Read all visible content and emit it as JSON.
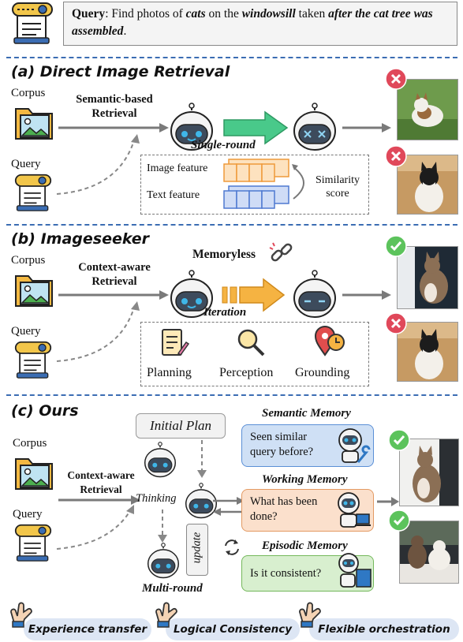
{
  "query": {
    "label": "Query",
    "text_parts": [
      ": Find photos of ",
      "cats",
      " on the ",
      "windowsill",
      " taken ",
      "after the cat tree was assembled",
      "."
    ]
  },
  "section_a": {
    "title": "(a) Direct Image Retrieval",
    "corpus": "Corpus",
    "query": "Query",
    "retrieval_label": "Semantic-based Retrieval",
    "round_label": "Single-round",
    "image_feature": "Image feature",
    "text_feature": "Text feature",
    "similarity": "Similarity score",
    "results": [
      "fail",
      "fail"
    ]
  },
  "section_b": {
    "title": "(b) Imageseeker",
    "corpus": "Corpus",
    "query": "Query",
    "retrieval_label": "Context-aware Retrieval",
    "memory_label": "Memoryless",
    "round_label": "Iteration",
    "tools": [
      "Planning",
      "Perception",
      "Grounding"
    ],
    "results": [
      "success",
      "fail"
    ]
  },
  "section_c": {
    "title": "(c) Ours",
    "corpus": "Corpus",
    "query": "Query",
    "retrieval_label": "Context-aware Retrieval",
    "initial_plan": "Initial Plan",
    "thinking": "Thinking",
    "update": "update",
    "round_label": "Multi-round",
    "memories": [
      {
        "title": "Semantic Memory",
        "text": "Seen similar query before?",
        "color": "#cfe0f5",
        "border": "#5b8fd6"
      },
      {
        "title": "Working Memory",
        "text": "What has been done?",
        "color": "#fbe0cc",
        "border": "#e39a63"
      },
      {
        "title": "Episodic Memory",
        "text": "Is it consistent?",
        "color": "#d8efcf",
        "border": "#74b85b"
      }
    ],
    "results": [
      "success",
      "success"
    ]
  },
  "footer": [
    "Experience transfer",
    "Logical Consistency",
    "Flexible orchestration"
  ],
  "colors": {
    "fail": "#e0485a",
    "success": "#5cc35c",
    "separator": "#3b6db3",
    "arrow": "#7a7a7a"
  }
}
